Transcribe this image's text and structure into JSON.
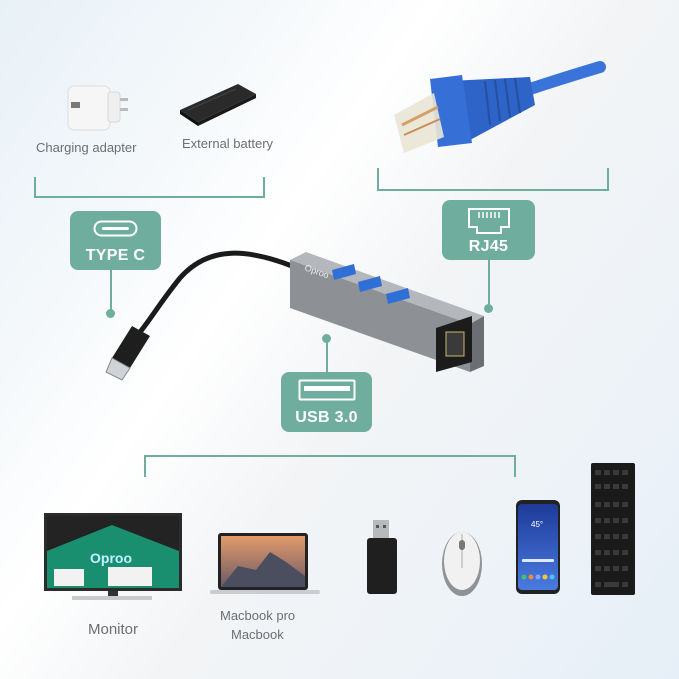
{
  "top_left": {
    "items": [
      {
        "label": "Charging adapter",
        "icon": "charging-adapter"
      },
      {
        "label": "External battery",
        "icon": "external-battery"
      }
    ]
  },
  "top_right": {
    "item": {
      "label": "",
      "icon": "rj45-ethernet-cable"
    }
  },
  "badges": {
    "type_c": {
      "label": "TYPE C",
      "icon": "usb-c-port-icon"
    },
    "rj45": {
      "label": "RJ45",
      "icon": "ethernet-port-icon"
    },
    "usb30": {
      "label": "USB 3.0",
      "icon": "usb-a-port-icon"
    }
  },
  "hub": {
    "brand": "Oproo",
    "usb_ports": 3,
    "ethernet_ports": 1
  },
  "bottom": {
    "items": [
      {
        "label": "Monitor",
        "icon": "monitor"
      },
      {
        "label": "Macbook pro",
        "label2": "Macbook",
        "icon": "laptop"
      },
      {
        "label": "",
        "icon": "usb-flash-drive"
      },
      {
        "label": "",
        "icon": "mouse"
      },
      {
        "label": "",
        "icon": "smartphone"
      },
      {
        "label": "",
        "icon": "keyboard"
      }
    ],
    "phone_screen_temp": "45°",
    "monitor_brand": "Oproo"
  },
  "colors": {
    "accent": "#6fae9e",
    "cable_blue": "#2f6fd6",
    "hub_gray": "#8a8d92",
    "text_gray": "#6b6f73"
  }
}
